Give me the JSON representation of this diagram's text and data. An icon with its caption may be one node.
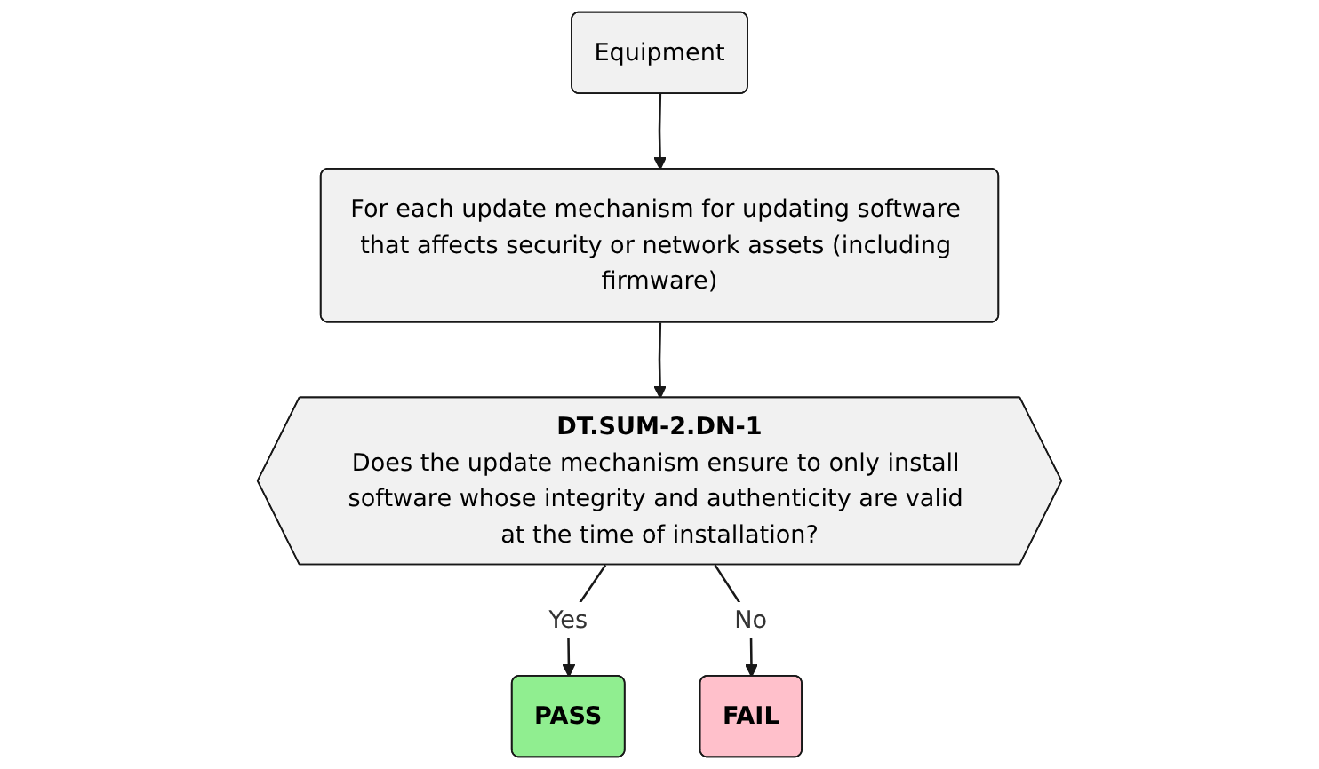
{
  "diagram": {
    "nodes": [
      {
        "text": [
          "Equipment"
        ]
      },
      {
        "text": [
          "For each update mechanism for updating software that affects security or network assets (including firmware)"
        ]
      },
      {
        "text": [
          "DT.SUM-2.DN-1",
          "Does the update mechanism ensure to only install software whose integrity and authenticity are valid at the time of installation?"
        ]
      },
      {
        "text": [
          "PASS"
        ]
      },
      {
        "text": [
          "FAIL"
        ]
      }
    ],
    "edges": [
      {
        "from": 0,
        "to": 1,
        "arrow": "to"
      },
      {
        "from": 1,
        "to": 2,
        "arrow": "to"
      },
      {
        "from": 2,
        "to": 3,
        "arrow": "to",
        "label": "Yes"
      },
      {
        "from": 2,
        "to": 4,
        "arrow": "to",
        "label": "No"
      }
    ]
  }
}
